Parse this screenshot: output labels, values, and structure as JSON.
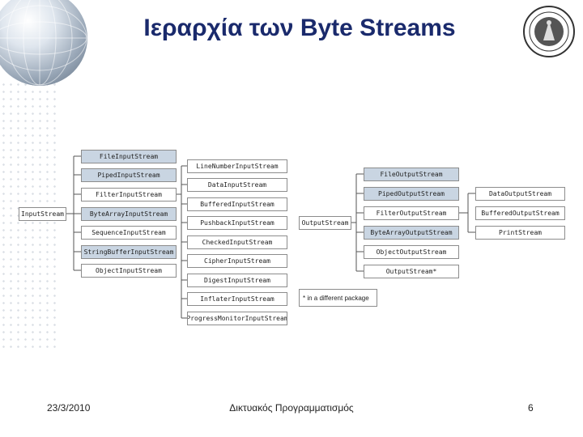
{
  "title": "Ιεραρχία των Byte Streams",
  "input_root": "InputStream",
  "input_level1": [
    {
      "label": "FileInputStream",
      "highlighted": true
    },
    {
      "label": "PipedInputStream",
      "highlighted": true
    },
    {
      "label": "FilterInputStream",
      "highlighted": false
    },
    {
      "label": "ByteArrayInputStream",
      "highlighted": true
    },
    {
      "label": "SequenceInputStream",
      "highlighted": false
    },
    {
      "label": "StringBufferInputStream",
      "highlighted": true
    },
    {
      "label": "ObjectInputStream",
      "highlighted": false
    }
  ],
  "filter_input_children": [
    {
      "label": "LineNumberInputStream",
      "highlighted": false
    },
    {
      "label": "DataInputStream",
      "highlighted": false
    },
    {
      "label": "BufferedInputStream",
      "highlighted": false
    },
    {
      "label": "PushbackInputStream",
      "highlighted": false
    },
    {
      "label": "CheckedInputStream",
      "highlighted": false
    },
    {
      "label": "CipherInputStream",
      "highlighted": false
    },
    {
      "label": "DigestInputStream",
      "highlighted": false
    },
    {
      "label": "InflaterInputStream",
      "highlighted": false
    },
    {
      "label": "ProgressMonitorInputStream",
      "highlighted": false
    }
  ],
  "output_root": "OutputStream",
  "output_level1": [
    {
      "label": "FileOutputStream",
      "highlighted": true
    },
    {
      "label": "PipedOutputStream",
      "highlighted": true
    },
    {
      "label": "FilterOutputStream",
      "highlighted": false
    },
    {
      "label": "ByteArrayOutputStream",
      "highlighted": true
    },
    {
      "label": "ObjectOutputStream",
      "highlighted": false
    },
    {
      "label": "OutputStream*",
      "highlighted": false
    }
  ],
  "filter_output_children": [
    {
      "label": "DataOutputStream",
      "highlighted": false
    },
    {
      "label": "BufferedOutputStream",
      "highlighted": false
    },
    {
      "label": "PrintStream",
      "highlighted": false
    }
  ],
  "legend": "* in a different package",
  "highlight_color": "#c9d5e2",
  "footer": {
    "date": "23/3/2010",
    "course": "Δικτυακός Προγραμματισμός",
    "page": "6"
  }
}
